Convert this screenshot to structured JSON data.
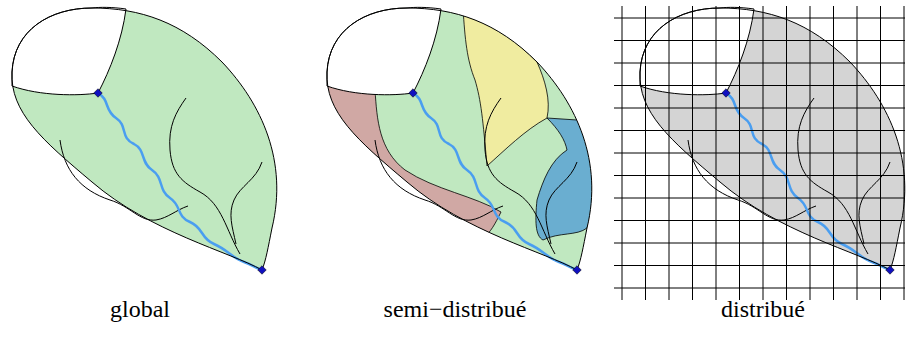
{
  "diagram": {
    "labels": [
      "global",
      "semi−distribué",
      "distribué"
    ]
  }
}
